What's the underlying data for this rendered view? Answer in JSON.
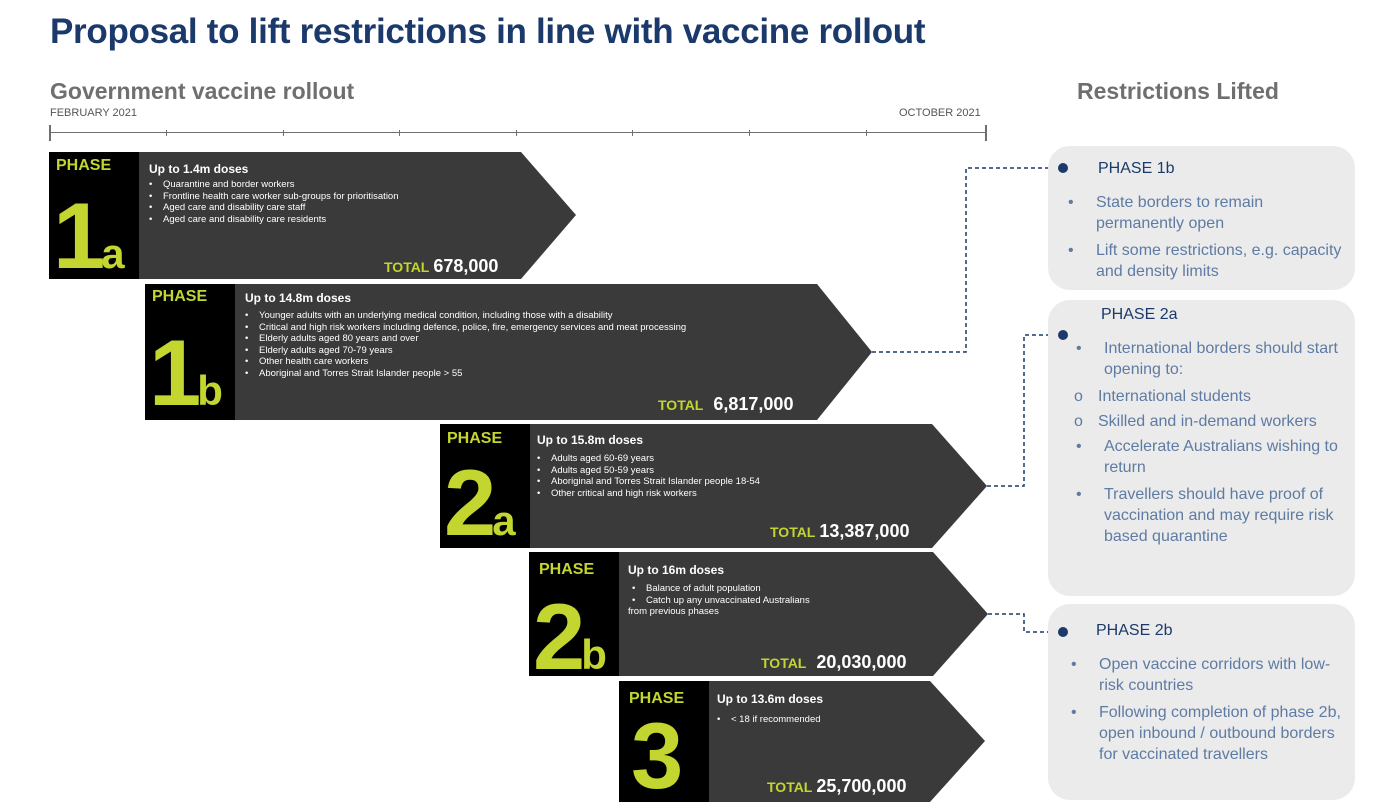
{
  "title": "Proposal to lift restrictions in line with vaccine rollout",
  "left_heading": "Government vaccine rollout",
  "right_heading": "Restrictions Lifted",
  "timeline": {
    "start": "FEBRUARY 2021",
    "end": "OCTOBER 2021"
  },
  "colors": {
    "accent": "#c3d52f",
    "navy": "#1b3a6b",
    "panel": "#3a3a3a",
    "box": "#ebebeb",
    "text_blue": "#5e7ba3"
  },
  "phases": [
    {
      "word": "PHASE",
      "num": "1",
      "sub": "a",
      "doses": "Up to 1.4m doses",
      "items": [
        "Quarantine and border workers",
        "Frontline health care worker sub-groups for prioritisation",
        "Aged care and disability care staff",
        "Aged care and disability care residents"
      ],
      "total_label": "TOTAL",
      "total": "678,000"
    },
    {
      "word": "PHASE",
      "num": "1",
      "sub": "b",
      "doses": "Up to 14.8m doses",
      "items": [
        "Younger adults with an underlying medical condition, including those with a disability",
        "Critical and high risk workers including defence, police, fire, emergency services and meat processing",
        "Elderly adults aged 80 years and over",
        "Elderly adults aged 70-79 years",
        "Other health care workers",
        "Aboriginal and Torres Strait Islander people > 55"
      ],
      "total_label": "TOTAL",
      "total": "6,817,000"
    },
    {
      "word": "PHASE",
      "num": "2",
      "sub": "a",
      "doses": "Up to 15.8m doses",
      "items": [
        "Adults aged 60-69 years",
        "Adults aged 50-59 years",
        "Aboriginal and Torres Strait Islander people 18-54",
        "Other critical and high risk workers"
      ],
      "total_label": "TOTAL",
      "total": "13,387,000"
    },
    {
      "word": "PHASE",
      "num": "2",
      "sub": "b",
      "doses": "Up to 16m doses",
      "items": [
        "Balance of adult population",
        "Catch up any unvaccinated Australians",
        "from previous phases"
      ],
      "total_label": "TOTAL",
      "total": "20,030,000"
    },
    {
      "word": "PHASE",
      "num": "3",
      "sub": "",
      "doses": "Up to 13.6m doses",
      "items": [
        "< 18 if recommended"
      ],
      "total_label": "TOTAL",
      "total": "25,700,000"
    }
  ],
  "restrictions": [
    {
      "title": "PHASE 1b",
      "items": [
        "State borders to remain permanently  open",
        "Lift some restrictions, e.g. capacity and density limits"
      ]
    },
    {
      "title": "PHASE 2a",
      "items": [
        "International borders should start opening to:",
        "International students",
        "Skilled and in-demand workers",
        "Accelerate Australians wishing to return",
        "Travellers should have proof of vaccination and may require risk based quarantine"
      ]
    },
    {
      "title": "PHASE 2b",
      "items": [
        "Open vaccine corridors with low-risk countries",
        "Following completion of phase 2b, open inbound / outbound borders for vaccinated travellers"
      ]
    }
  ]
}
